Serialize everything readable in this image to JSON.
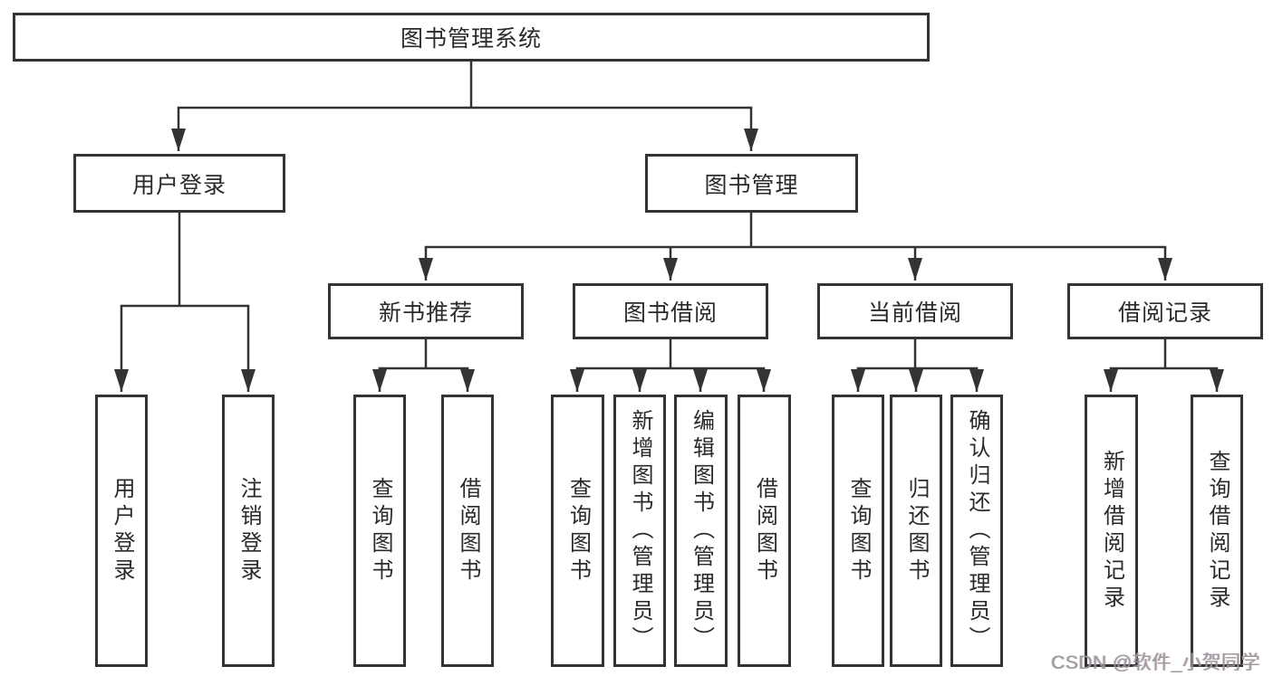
{
  "diagram": {
    "title": "图书管理系统",
    "branches": [
      {
        "label": "用户登录",
        "leaves": [
          {
            "label": "用户登录"
          },
          {
            "label": "注销登录"
          }
        ]
      },
      {
        "label": "图书管理",
        "groups": [
          {
            "label": "新书推荐",
            "leaves": [
              {
                "label": "查询图书"
              },
              {
                "label": "借阅图书"
              }
            ]
          },
          {
            "label": "图书借阅",
            "leaves": [
              {
                "label": "查询图书"
              },
              {
                "label": "新增图书（管理员）"
              },
              {
                "label": "编辑图书（管理员）"
              },
              {
                "label": "借阅图书"
              }
            ]
          },
          {
            "label": "当前借阅",
            "leaves": [
              {
                "label": "查询图书"
              },
              {
                "label": "归还图书"
              },
              {
                "label": "确认归还（管理员）"
              }
            ]
          },
          {
            "label": "借阅记录",
            "leaves": [
              {
                "label": "新增借阅记录"
              },
              {
                "label": "查询借阅记录"
              }
            ]
          }
        ]
      }
    ]
  },
  "watermark": {
    "text": "CSDN @软件_小贺同学"
  },
  "colors": {
    "line": "#333333",
    "box_border": "#333333",
    "text": "#2a2a2a",
    "watermark": "#9a9a9a",
    "background": "#ffffff"
  }
}
